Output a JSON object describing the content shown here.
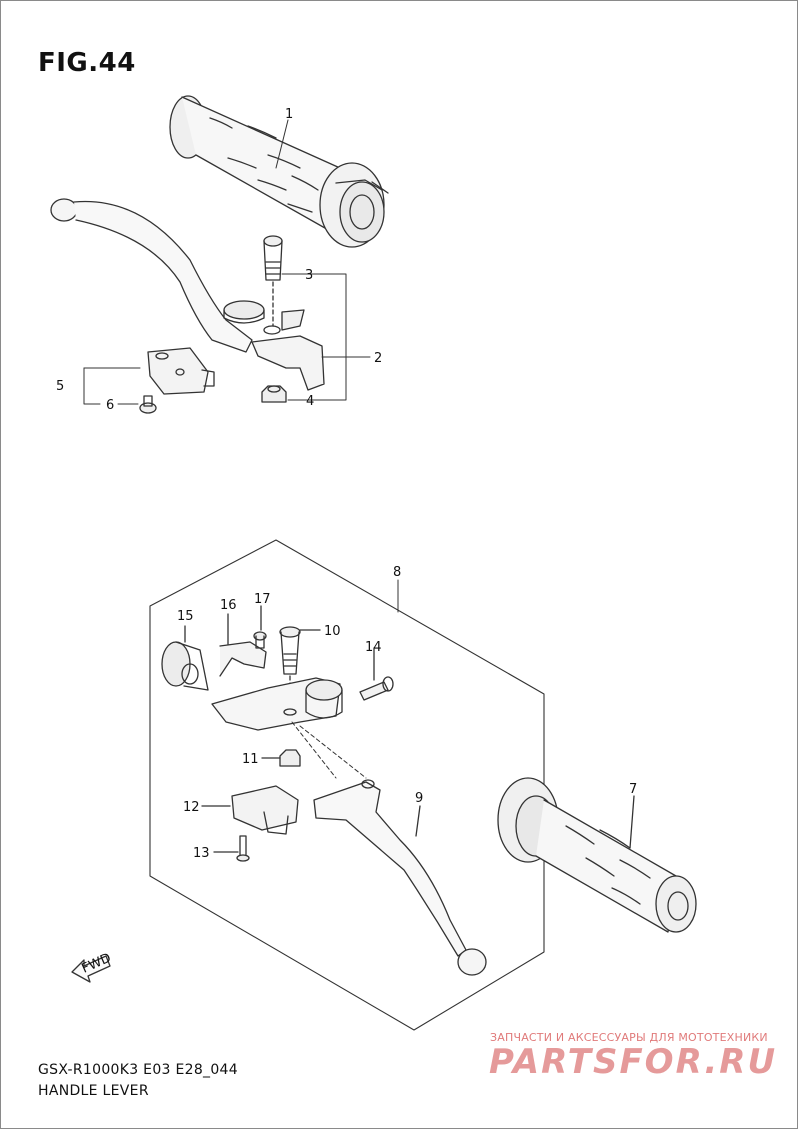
{
  "figure": {
    "title": "FIG.44"
  },
  "callouts": {
    "c1": "1",
    "c2": "2",
    "c3": "3",
    "c4": "4",
    "c5": "5",
    "c6": "6",
    "c7": "7",
    "c8": "8",
    "c9": "9",
    "c10": "10",
    "c11": "11",
    "c12": "12",
    "c13": "13",
    "c14": "14",
    "c15": "15",
    "c16": "16",
    "c17": "17"
  },
  "fwd_label": "FWD",
  "footer": {
    "model_code": "GSX-R1000K3 E03 E28_044",
    "section_name": "HANDLE LEVER"
  },
  "watermark": {
    "tagline": "ЗАПЧАСТИ И АКСЕССУАРЫ ДЛЯ МОТОТЕХНИКИ",
    "logo": "PARTSFOR.RU"
  }
}
